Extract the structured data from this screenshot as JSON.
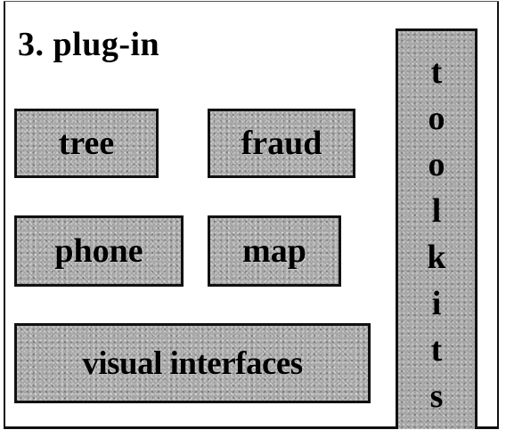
{
  "title": "3. plug-in",
  "boxes": {
    "tree": "tree",
    "fraud": "fraud",
    "phone": "phone",
    "map": "map",
    "visual": "visual interfaces"
  },
  "toolkits": {
    "letters": [
      "t",
      "o",
      "o",
      "l",
      "k",
      "i",
      "t",
      "s"
    ]
  },
  "colors": {
    "box_fill": "#a9a9a9",
    "border": "#111111",
    "text": "#000000"
  }
}
